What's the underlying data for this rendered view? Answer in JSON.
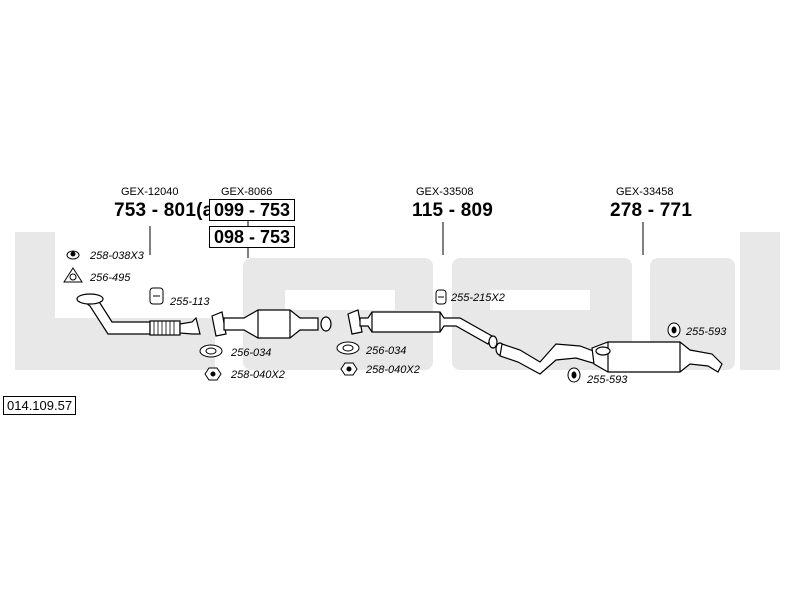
{
  "catalog_code": "014.109.57",
  "assemblies": [
    {
      "gex": "GEX-12040",
      "part": "753 - 801(a)"
    },
    {
      "gex": "GEX-8066",
      "part": "099 - 753",
      "part2": "098 - 753"
    },
    {
      "gex": "GEX-33508",
      "part": "115 - 809"
    },
    {
      "gex": "GEX-33458",
      "part": "278 - 771"
    }
  ],
  "accessories": [
    {
      "code": "258-038X3"
    },
    {
      "code": "256-495"
    },
    {
      "code": "255-113"
    },
    {
      "code": "256-034"
    },
    {
      "code": "258-040X2"
    },
    {
      "code": "256-034"
    },
    {
      "code": "258-040X2"
    },
    {
      "code": "255-215X2"
    },
    {
      "code": "255-593"
    },
    {
      "code": "255-593"
    }
  ]
}
